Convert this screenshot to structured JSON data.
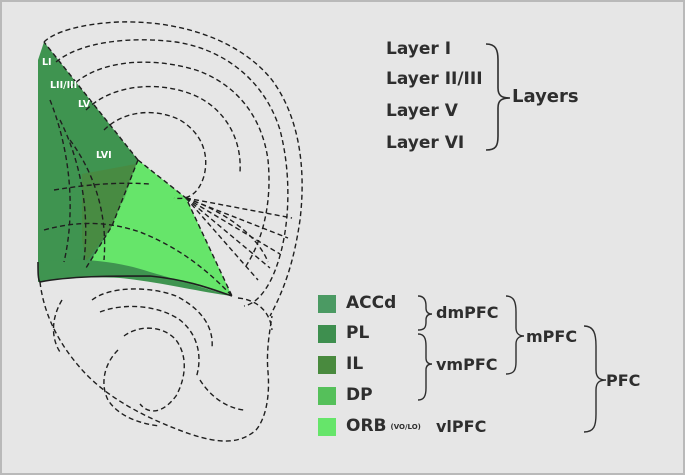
{
  "colors": {
    "background": "#e6e6e6",
    "ACCd": "#4b9a63",
    "PL": "#3e8f4f",
    "IL": "#498a3e",
    "DP": "#55c05a",
    "ORB": "#66e56a"
  },
  "region_labels": {
    "L1": "LI",
    "L23": "LII/III",
    "L5": "LV",
    "L6": "LVI"
  },
  "layers": {
    "items": [
      "Layer I",
      "Layer II/III",
      "Layer V",
      "Layer VI"
    ],
    "group_label": "Layers"
  },
  "legend": {
    "items": [
      {
        "label": "ACCd",
        "sub": "",
        "color": "#4b9a63"
      },
      {
        "label": "PL",
        "sub": "",
        "color": "#3e8f4f"
      },
      {
        "label": "IL",
        "sub": "",
        "color": "#498a3e"
      },
      {
        "label": "DP",
        "sub": "",
        "color": "#55c05a"
      },
      {
        "label": "ORB",
        "sub": "(VO/LO)",
        "color": "#66e56a"
      }
    ],
    "groups": {
      "dmPFC": "dmPFC",
      "vmPFC": "vmPFC",
      "vlPFC": "vlPFC",
      "mPFC": "mPFC",
      "PFC": "PFC"
    }
  }
}
